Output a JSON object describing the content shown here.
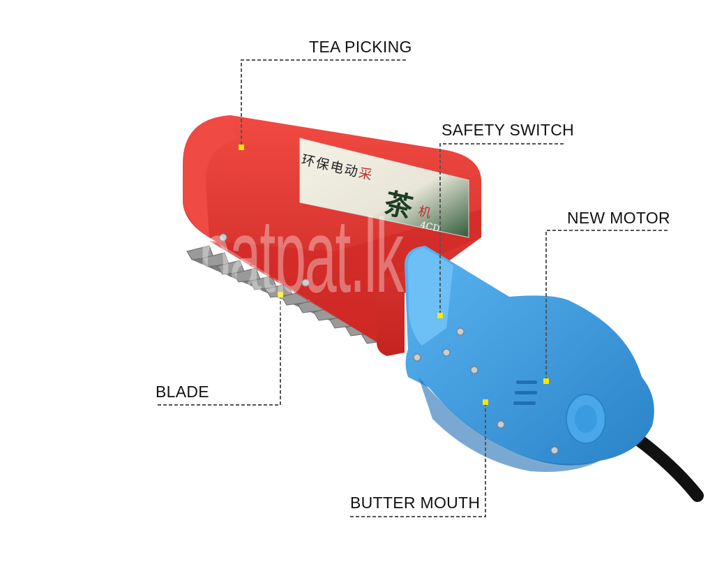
{
  "labels": {
    "tea_picking": "TEA PICKING",
    "safety_switch": "SAFETY SWITCH",
    "new_motor": "NEW MOTOR",
    "blade": "BLADE",
    "butter_mouth": "BUTTER MOUTH"
  },
  "product_sticker": {
    "line1": "环保电动",
    "line1_red": "采",
    "big_char": "茶",
    "small_char": "机",
    "model": "4CD"
  },
  "watermark": "patpat.lk",
  "colors": {
    "basket": "#e8302f",
    "basket_dark": "#b81d1d",
    "motor_body": "#3a9be0",
    "motor_dark": "#1f6fb4",
    "blade": "#8a8a8a",
    "cable": "#111111",
    "marker": "#ffe600",
    "leader_line": "#555555"
  }
}
